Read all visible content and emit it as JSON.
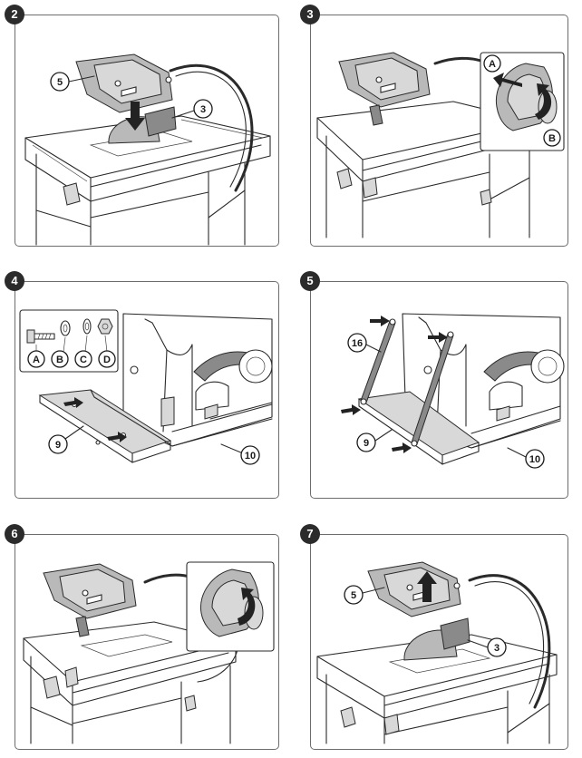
{
  "steps": [
    {
      "number": "2",
      "callouts": [
        "5",
        "3"
      ]
    },
    {
      "number": "3",
      "callouts": [],
      "inset_callouts": [
        "A",
        "B"
      ]
    },
    {
      "number": "4",
      "callouts": [
        "9",
        "10"
      ],
      "inset_callouts": [
        "A",
        "B",
        "C",
        "D"
      ]
    },
    {
      "number": "5",
      "callouts": [
        "16",
        "9",
        "10"
      ]
    },
    {
      "number": "6",
      "callouts": []
    },
    {
      "number": "7",
      "callouts": [
        "5",
        "3"
      ]
    }
  ],
  "colors": {
    "border": "#6d6d6d",
    "badge": "#2b2b2b",
    "guard_fill": "#b9b9b9",
    "dark_fill": "#8a8a8a"
  },
  "icons": [
    "push-down-arrow",
    "pull-up-arrow",
    "rotate-arrow",
    "push-arrow"
  ]
}
